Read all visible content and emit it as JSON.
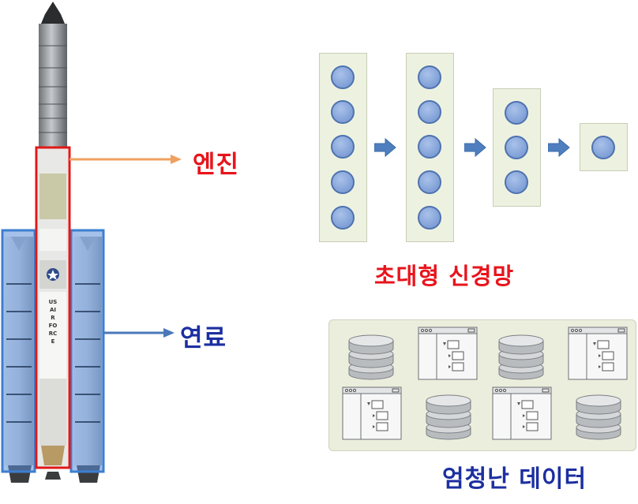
{
  "labels": {
    "engine": "엔진",
    "fuel": "연료",
    "network": "초대형 신경망",
    "data": "엄청난 데이터"
  },
  "rocket": {
    "body_text": "US AIR FORCE"
  },
  "colors": {
    "engine_label": "#e8141c",
    "fuel_label": "#1c2fa0",
    "network_label": "#e8141c",
    "data_label": "#1c2fa0",
    "engine_arrow": "#f0a060",
    "fuel_arrow": "#4a78b8",
    "engine_box": "#e01818",
    "fuel_box": "#3d7fd0"
  },
  "network": {
    "layers": [
      5,
      5,
      3,
      1
    ]
  },
  "icons": [
    "database-icon",
    "folder-window-icon"
  ]
}
